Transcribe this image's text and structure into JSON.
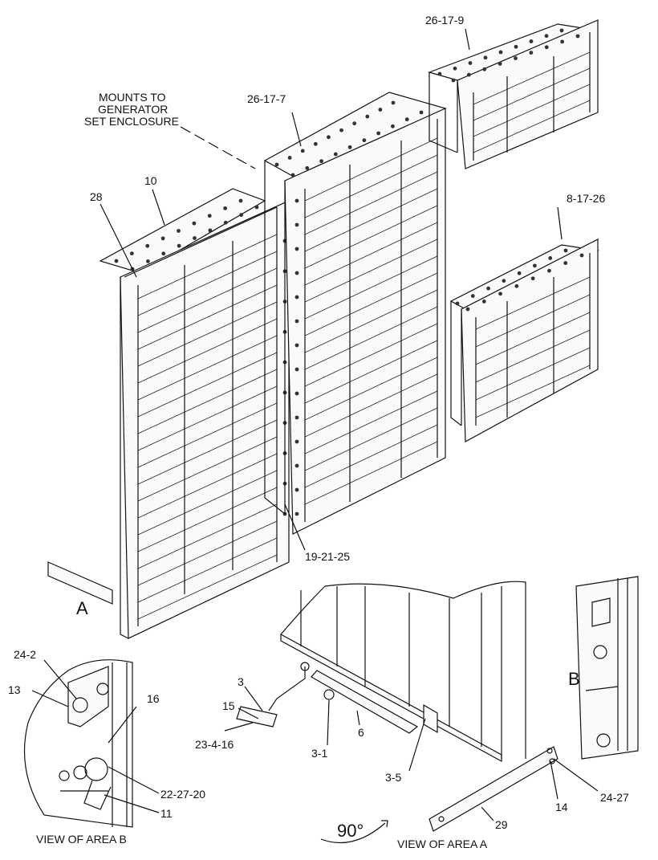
{
  "callouts": {
    "mounts_line1": "MOUNTS TO",
    "mounts_line2": "GENERATOR",
    "mounts_line3": "SET ENCLOSURE",
    "c_26_17_9": "26-17-9",
    "c_26_17_7": "26-17-7",
    "c_10": "10",
    "c_28": "28",
    "c_8_17_26": "8-17-26",
    "c_19_21_25": "19-21-25",
    "c_A": "A",
    "c_24_2": "24-2",
    "c_13": "13",
    "c_16": "16",
    "c_22_27_20": "22-27-20",
    "c_11": "11",
    "view_b": "VIEW OF AREA  B",
    "c_3": "3",
    "c_15": "15",
    "c_23_4_16": "23-4-16",
    "c_3_1": "3-1",
    "c_6": "6",
    "c_3_5": "3-5",
    "c_B": "B",
    "c_14": "14",
    "c_24_27": "24-27",
    "c_29": "29",
    "c_90": "90°",
    "view_a": "VIEW OF AREA  A"
  }
}
